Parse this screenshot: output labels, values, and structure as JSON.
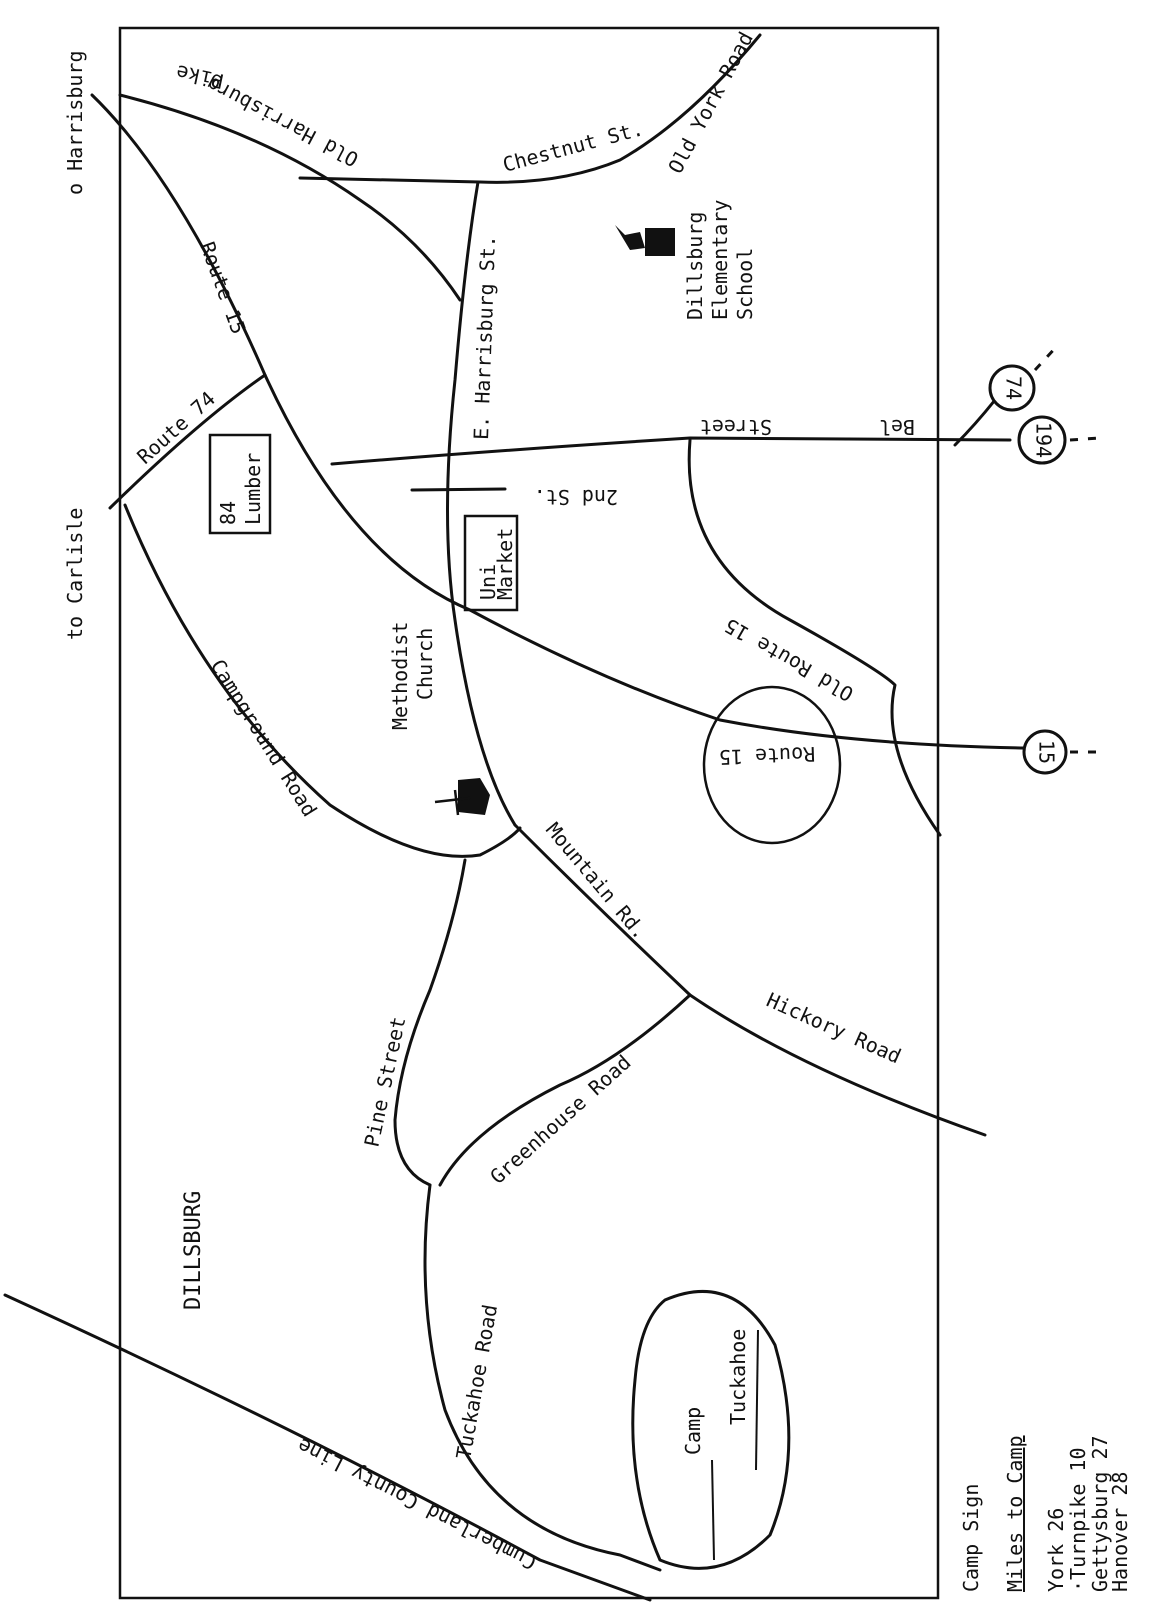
{
  "labels": {
    "to_harrisburg": "o Harrisburg",
    "to_carlisle": "to Carlisle",
    "old_harrisburg_pike_1": "Old Harrisburg",
    "old_harrisburg_pike_2": "Pike",
    "chestnut_st": "Chestnut St.",
    "old_york_road": "Old York Road",
    "route_15_top": "Route 15",
    "route_74": "Route 74",
    "e_harrisburg_st": "E. Harrisburg St.",
    "school_1": "Dillsburg",
    "school_2": "Elementary",
    "school_3": "School",
    "lumber_1": "84",
    "lumber_2": "Lumber",
    "second_st": "2nd St.",
    "bell_street_1": "Street",
    "bell_street_2": "Bel",
    "old_route_15": "Old Route 15",
    "uni_market_1": "Uni",
    "uni_market_2": "Market",
    "methodist_1": "Methodist",
    "methodist_2": "Church",
    "route_15_circle": "Route 15",
    "campground_road": "Campground Road",
    "mountain_rd": "Mountain Rd.",
    "hickory_road": "Hickory Road",
    "pine_street": "Pine Street",
    "greenhouse_road": "Greenhouse Road",
    "dillsburg": "DILLSBURG",
    "tuckahoe_road": "Tuckahoe Road",
    "county_line": "Cumberland County Line",
    "camp_1": "Camp",
    "camp_2": "Tuckahoe"
  },
  "shields": {
    "route_74": "74",
    "route_194": "194",
    "route_15": "15"
  },
  "legend": {
    "camp_sign": "Camp Sign",
    "miles_title": "Miles to Camp",
    "rows": [
      "York 26",
      "·Turnpike 10",
      "Gettysburg 27",
      "Hanover 28"
    ]
  },
  "icons": {
    "school": "school-building-icon",
    "church": "church-cross-icon"
  }
}
